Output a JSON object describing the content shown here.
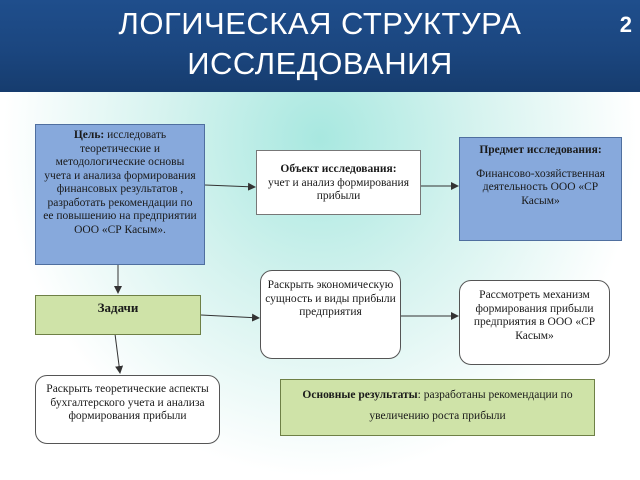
{
  "header": {
    "title_line1": "ЛОГИЧЕСКАЯ СТРУКТУРА",
    "title_line2": "ИССЛЕДОВАНИЯ",
    "page_number": "2"
  },
  "goal": {
    "label": "Цель:",
    "text": " исследовать теоретические и методологические основы учета и анализа формирования финансовых результатов , разработать рекомендации по ее повышению на предприятии ООО «СР Касым»."
  },
  "object": {
    "label": "Объект исследования:",
    "text": "учет и анализ формирования прибыли"
  },
  "subject": {
    "label": "Предмет исследования:",
    "text": "Финансово-хозяйственная деятельность ООО «СР Касым»"
  },
  "tasks": {
    "label": "Задачи"
  },
  "task_items": {
    "theory": "Раскрыть теоретические аспекты бухгалтерского учета и анализа формирования прибыли",
    "economic": "Раскрыть экономическую сущность и виды прибыли предприятия",
    "mechanism": "Рассмотреть механизм формирования прибыли предприятия в ООО «СР Касым»"
  },
  "results": {
    "label": "Основные результаты",
    "text": ": разработаны рекомендации по увеличению роста прибыли"
  }
}
